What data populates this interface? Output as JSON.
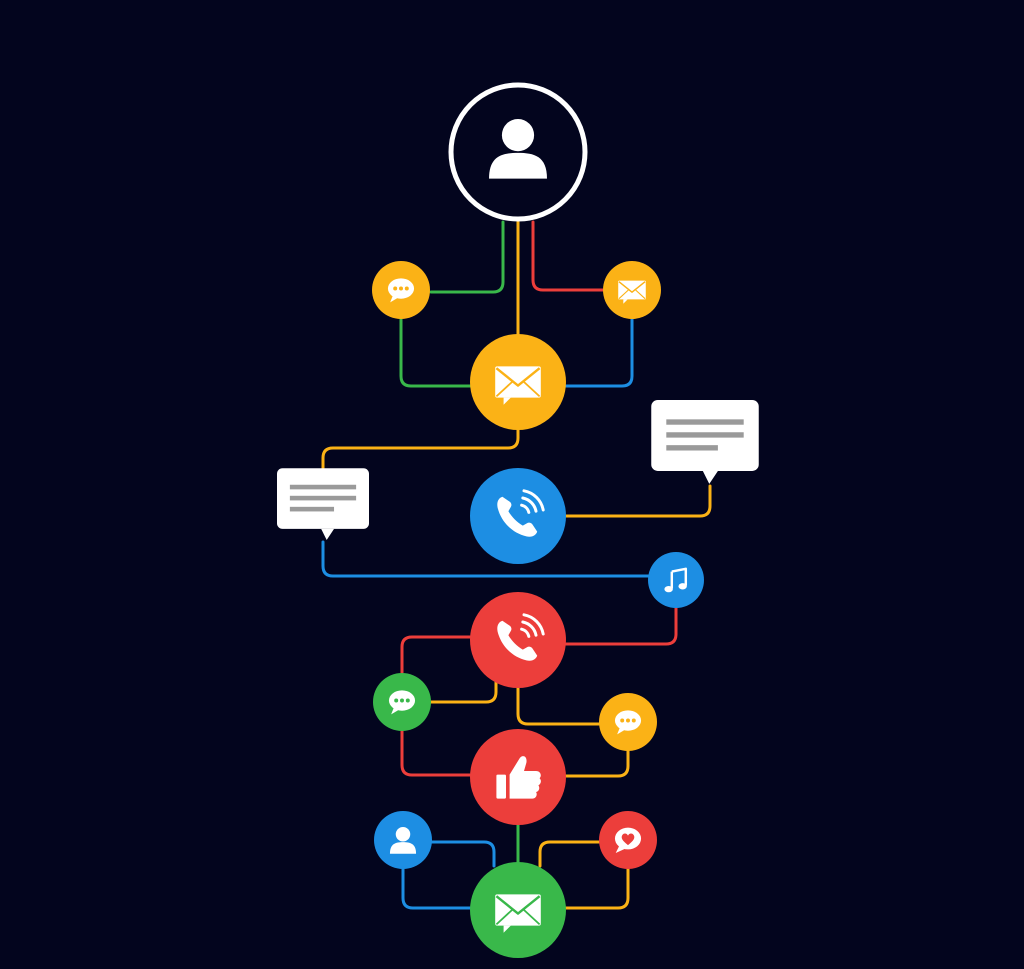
{
  "colors": {
    "background": "#03051e",
    "yellow": "#fbb216",
    "blue": "#1d8ee3",
    "red": "#ec3e3b",
    "green": "#39b84a",
    "white": "#ffffff",
    "gray": "#9a9a9a"
  },
  "nodes": [
    {
      "id": "user-profile",
      "icon": "user-icon",
      "color": "outline"
    },
    {
      "id": "chat-top-left",
      "icon": "chat-dots-icon",
      "color": "yellow"
    },
    {
      "id": "mail-top-right",
      "icon": "envelope-icon",
      "color": "yellow"
    },
    {
      "id": "mail-hub",
      "icon": "envelope-icon",
      "color": "yellow"
    },
    {
      "id": "message-card-left",
      "icon": "message-bubble-icon",
      "color": "white"
    },
    {
      "id": "message-card-right",
      "icon": "message-bubble-icon",
      "color": "white"
    },
    {
      "id": "phone-blue",
      "icon": "phone-call-icon",
      "color": "blue"
    },
    {
      "id": "music",
      "icon": "music-note-icon",
      "color": "blue"
    },
    {
      "id": "phone-red",
      "icon": "phone-call-icon",
      "color": "red"
    },
    {
      "id": "chat-green",
      "icon": "chat-dots-icon",
      "color": "green"
    },
    {
      "id": "chat-yellow",
      "icon": "chat-dots-icon",
      "color": "yellow"
    },
    {
      "id": "like",
      "icon": "thumbs-up-icon",
      "color": "red"
    },
    {
      "id": "user-small",
      "icon": "user-icon",
      "color": "blue"
    },
    {
      "id": "heart-chat",
      "icon": "heart-chat-icon",
      "color": "red"
    },
    {
      "id": "mail-bottom",
      "icon": "envelope-icon",
      "color": "green"
    }
  ],
  "links": [
    {
      "from": "user-profile",
      "to": "chat-top-left",
      "color": "green"
    },
    {
      "from": "user-profile",
      "to": "mail-hub",
      "color": "yellow"
    },
    {
      "from": "user-profile",
      "to": "mail-top-right",
      "color": "red"
    },
    {
      "from": "chat-top-left",
      "to": "mail-hub",
      "color": "green"
    },
    {
      "from": "mail-top-right",
      "to": "mail-hub",
      "color": "blue"
    },
    {
      "from": "mail-hub",
      "to": "message-card-left",
      "color": "yellow"
    },
    {
      "from": "phone-blue",
      "to": "message-card-right",
      "color": "yellow"
    },
    {
      "from": "message-card-left",
      "to": "music",
      "color": "blue"
    },
    {
      "from": "music",
      "to": "phone-red",
      "color": "red"
    },
    {
      "from": "phone-red",
      "to": "chat-green",
      "color": "red"
    },
    {
      "from": "phone-red",
      "to": "chat-green",
      "color": "yellow"
    },
    {
      "from": "phone-red",
      "to": "chat-yellow",
      "color": "yellow"
    },
    {
      "from": "chat-green",
      "to": "like",
      "color": "red"
    },
    {
      "from": "chat-yellow",
      "to": "like",
      "color": "yellow"
    },
    {
      "from": "like",
      "to": "mail-bottom",
      "color": "green"
    },
    {
      "from": "user-small",
      "to": "mail-bottom",
      "color": "blue"
    },
    {
      "from": "user-small",
      "to": "mail-bottom",
      "color": "blue"
    },
    {
      "from": "heart-chat",
      "to": "mail-bottom",
      "color": "yellow"
    },
    {
      "from": "like",
      "to": "heart-chat",
      "color": "yellow"
    }
  ]
}
